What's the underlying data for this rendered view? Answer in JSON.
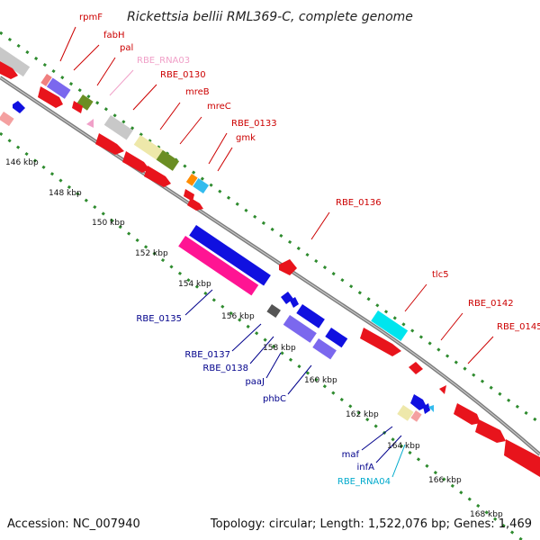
{
  "title": "Rickettsia bellii RML369-C, complete genome",
  "footer": {
    "accession": "Accession: NC_007940",
    "summary": "Topology: circular; Length: 1,522,076 bp; Genes: 1,469"
  },
  "colors": {
    "backbone": "#8a8a8a",
    "dots": "#2e8b2e",
    "gene_red": "#e8141c",
    "gene_blue": "#1010e0",
    "label_red": "#cc0000",
    "label_blue": "#00008b",
    "label_pink": "#f0a0c8",
    "label_cyan": "#00aacc"
  },
  "ticks": [
    "146 kbp",
    "148 kbp",
    "150 kbp",
    "152 kbp",
    "154 kbp",
    "156 kbp",
    "158 kbp",
    "160 kbp",
    "162 kbp",
    "164 kbp",
    "166 kbp",
    "168 kbp"
  ],
  "labels": [
    {
      "text": "rpmF",
      "color": "#cc0000"
    },
    {
      "text": "fabH",
      "color": "#cc0000"
    },
    {
      "text": "pal",
      "color": "#cc0000"
    },
    {
      "text": "RBE_RNA03",
      "color": "#f0a0c8"
    },
    {
      "text": "RBE_0130",
      "color": "#cc0000"
    },
    {
      "text": "mreB",
      "color": "#cc0000"
    },
    {
      "text": "mreC",
      "color": "#cc0000"
    },
    {
      "text": "RBE_0133",
      "color": "#cc0000"
    },
    {
      "text": "gmk",
      "color": "#cc0000"
    },
    {
      "text": "RBE_0136",
      "color": "#cc0000"
    },
    {
      "text": "tlc5",
      "color": "#cc0000"
    },
    {
      "text": "RBE_0142",
      "color": "#cc0000"
    },
    {
      "text": "RBE_0145",
      "color": "#cc0000"
    },
    {
      "text": "RBE_0135",
      "color": "#00008b"
    },
    {
      "text": "RBE_0137",
      "color": "#00008b"
    },
    {
      "text": "RBE_0138",
      "color": "#00008b"
    },
    {
      "text": "paaJ",
      "color": "#00008b"
    },
    {
      "text": "phbC",
      "color": "#00008b"
    },
    {
      "text": "maf",
      "color": "#00008b"
    },
    {
      "text": "infA",
      "color": "#00008b"
    },
    {
      "text": "RBE_RNA04",
      "color": "#00aacc"
    }
  ]
}
